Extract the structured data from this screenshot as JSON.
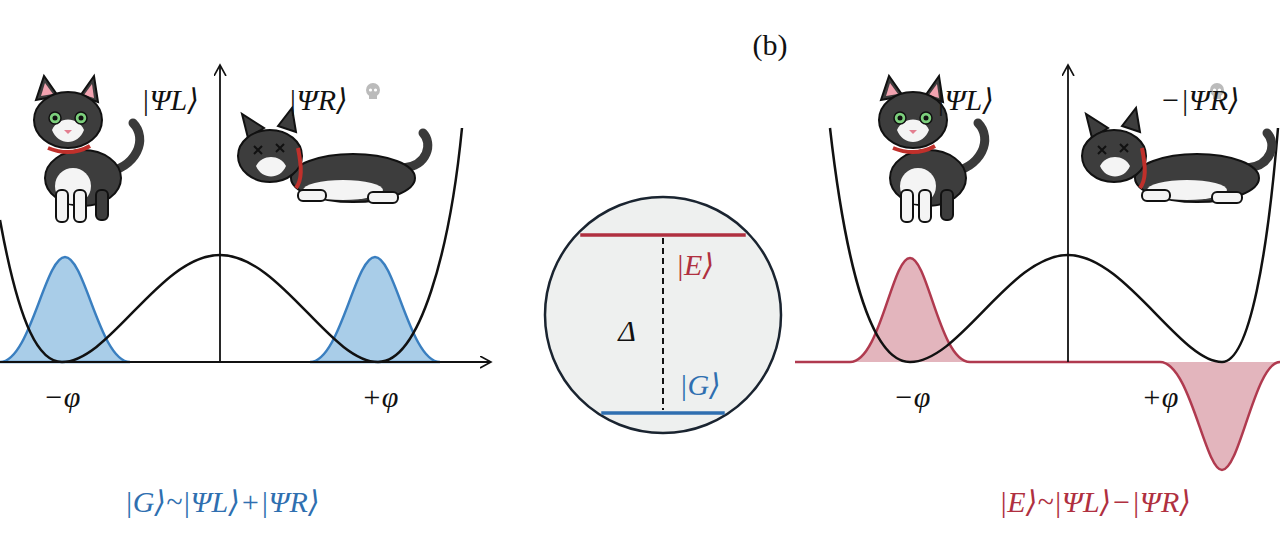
{
  "diagram": {
    "nodes": [
      {
        "text": [
          "|E⟩",
          "Δ",
          "|G⟩"
        ]
      }
    ],
    "labels": [
      "(b)",
      "|ΨL⟩",
      "|ΨR⟩",
      "−φ",
      "+φ",
      "|G⟩~|ΨL⟩+|ΨR⟩",
      "|ΨL⟩",
      "−|ΨR⟩",
      "−φ",
      "+φ",
      "|E⟩~|ΨL⟩−|ΨR⟩"
    ]
  }
}
